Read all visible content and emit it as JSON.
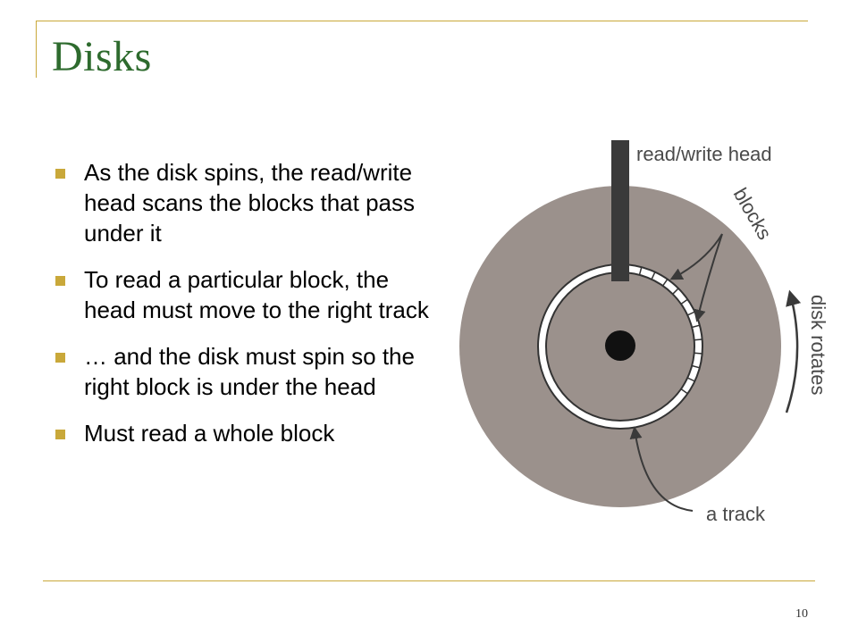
{
  "slide": {
    "title": "Disks",
    "bullets": [
      "As the disk spins, the read/write head scans the blocks that pass under it",
      "To read a particular block, the head must move to the right track",
      "… and the disk must spin so the right block is under the head",
      "Must read a whole block"
    ],
    "page_number": "10"
  },
  "figure": {
    "labels": {
      "head": "read/write head",
      "blocks": "blocks",
      "rotates": "disk rotates",
      "track": "a track"
    }
  },
  "colors": {
    "accent_gold": "#c9a83a",
    "title_green": "#2e6b2e",
    "platter": "#9b918c",
    "head": "#3a3a3a"
  }
}
